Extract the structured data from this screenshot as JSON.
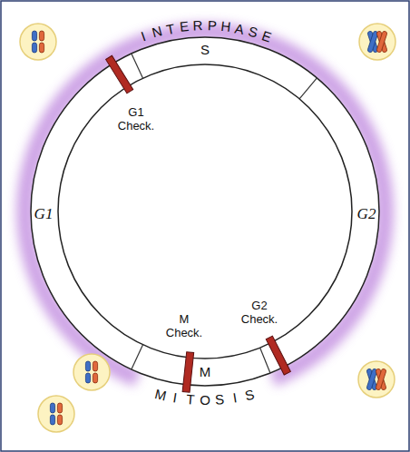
{
  "diagram": {
    "labels": [
      "INTERPHASE",
      "S",
      "G1 Check.",
      "G1",
      "G2",
      "M Check.",
      "G2 Check.",
      "M",
      "MITOSIS"
    ]
  }
}
